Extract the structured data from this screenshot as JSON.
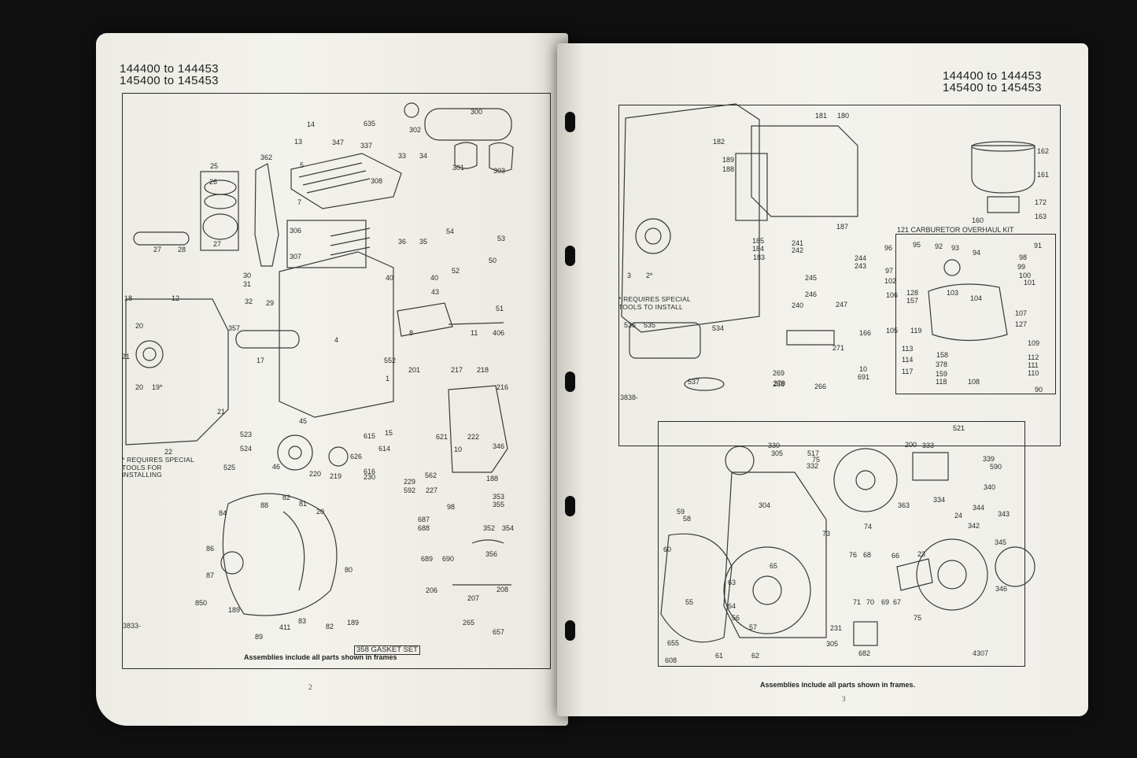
{
  "left_page": {
    "header": [
      "144400 to 144453",
      "145400 to 145453"
    ],
    "labels": [
      "300",
      "302",
      "301",
      "303",
      "14",
      "635",
      "337",
      "13",
      "347",
      "362",
      "5",
      "308",
      "25",
      "26",
      "33",
      "34",
      "7",
      "27",
      "27",
      "28",
      "306",
      "307",
      "36",
      "35",
      "54",
      "53",
      "52",
      "50",
      "30",
      "31",
      "32",
      "29",
      "40",
      "40",
      "43",
      "51",
      "18",
      "12",
      "20",
      "357",
      "17",
      "4",
      "8",
      "11",
      "406",
      "21",
      "20",
      "19*",
      "552",
      "1",
      "201",
      "217",
      "218",
      "216",
      "15",
      "621",
      "222",
      "10",
      "346",
      "45",
      "615",
      "614",
      "626",
      "616",
      "230",
      "46",
      "220",
      "219",
      "523",
      "524",
      "525",
      "22",
      "21",
      "229",
      "592",
      "227",
      "562",
      "188",
      "84",
      "88",
      "82",
      "81",
      "20",
      "98",
      "353",
      "355",
      "352",
      "354",
      "687",
      "688",
      "86",
      "87",
      "689",
      "690",
      "356",
      "850",
      "189",
      "83",
      "411",
      "82",
      "189",
      "80",
      "89",
      "206",
      "207",
      "208",
      "265",
      "657"
    ],
    "special_note": "* REQUIRES SPECIAL TOOLS FOR INSTALLING",
    "gasket_label": "358 GASKET SET",
    "code": "3833-",
    "caption": "Assemblies include all parts shown in frames",
    "page_number": "2"
  },
  "right_page": {
    "header": [
      "144400 to 144453",
      "145400 to 145453"
    ],
    "labels": [
      "181",
      "180",
      "182",
      "189",
      "188",
      "162",
      "161",
      "172",
      "160",
      "163",
      "187",
      "185",
      "184",
      "183",
      "241",
      "242",
      "244",
      "243",
      "245",
      "246",
      "247",
      "240",
      "96",
      "95",
      "92",
      "93",
      "94",
      "97",
      "102",
      "98",
      "99",
      "100",
      "101",
      "91",
      "106",
      "128",
      "157",
      "103",
      "104",
      "107",
      "127",
      "105",
      "119",
      "113",
      "114",
      "158",
      "378",
      "159",
      "118",
      "108",
      "117",
      "109",
      "112",
      "111",
      "110",
      "90",
      "3",
      "2*",
      "536",
      "535",
      "534",
      "271",
      "166",
      "10",
      "691",
      "268",
      "269",
      "270",
      "266",
      "537"
    ],
    "kit_title": "121 CARBURETOR OVERHAUL KIT",
    "special_note": "* REQUIRES SPECIAL TOOLS TO INSTALL",
    "code_top": "3838-",
    "labels_bottom": [
      "330",
      "305",
      "517",
      "75",
      "332",
      "200",
      "333",
      "521",
      "339",
      "590",
      "340",
      "334",
      "304",
      "363",
      "344",
      "343",
      "24",
      "342",
      "59",
      "58",
      "60",
      "74",
      "73",
      "66",
      "345",
      "76",
      "68",
      "23",
      "65",
      "55",
      "63",
      "64",
      "56",
      "57",
      "71",
      "70",
      "69",
      "67",
      "346",
      "75",
      "231",
      "682",
      "655",
      "305",
      "608",
      "61",
      "62"
    ],
    "code_bottom": "4307",
    "caption": "Assemblies include all parts shown in frames.",
    "page_number": "3"
  }
}
